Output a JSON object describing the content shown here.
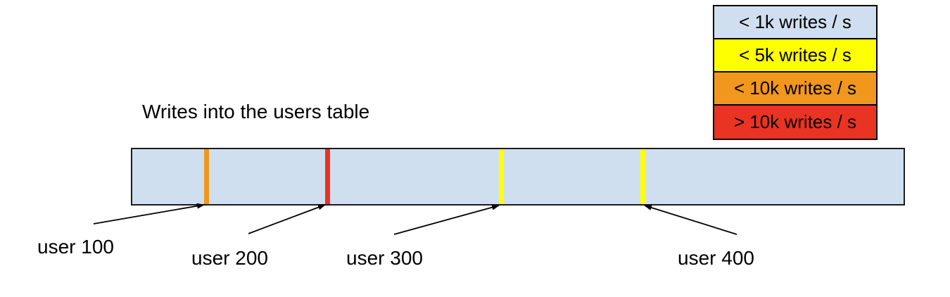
{
  "title": "Writes into the users table",
  "legend": {
    "items": [
      {
        "label": "< 1k writes / s",
        "color": "#cfdff0"
      },
      {
        "label": "< 5k writes / s",
        "color": "#feff00"
      },
      {
        "label": "< 10k writes / s",
        "color": "#f1971d"
      },
      {
        "label": "> 10k writes / s",
        "color": "#e93323"
      }
    ]
  },
  "bar": {
    "fill": "#cfdff0",
    "border_color": "#000000",
    "stripes": [
      {
        "user": "user 100",
        "color": "#f1971d",
        "legend_match": "< 10k writes / s"
      },
      {
        "user": "user 200",
        "color": "#e93323",
        "legend_match": "> 10k writes / s"
      },
      {
        "user": "user 300",
        "color": "#feff00",
        "legend_match": "< 5k writes / s"
      },
      {
        "user": "user 400",
        "color": "#feff00",
        "legend_match": "< 5k writes / s"
      }
    ]
  },
  "annotations": [
    {
      "label": "user 100"
    },
    {
      "label": "user 200"
    },
    {
      "label": "user 300"
    },
    {
      "label": "user 400"
    }
  ]
}
